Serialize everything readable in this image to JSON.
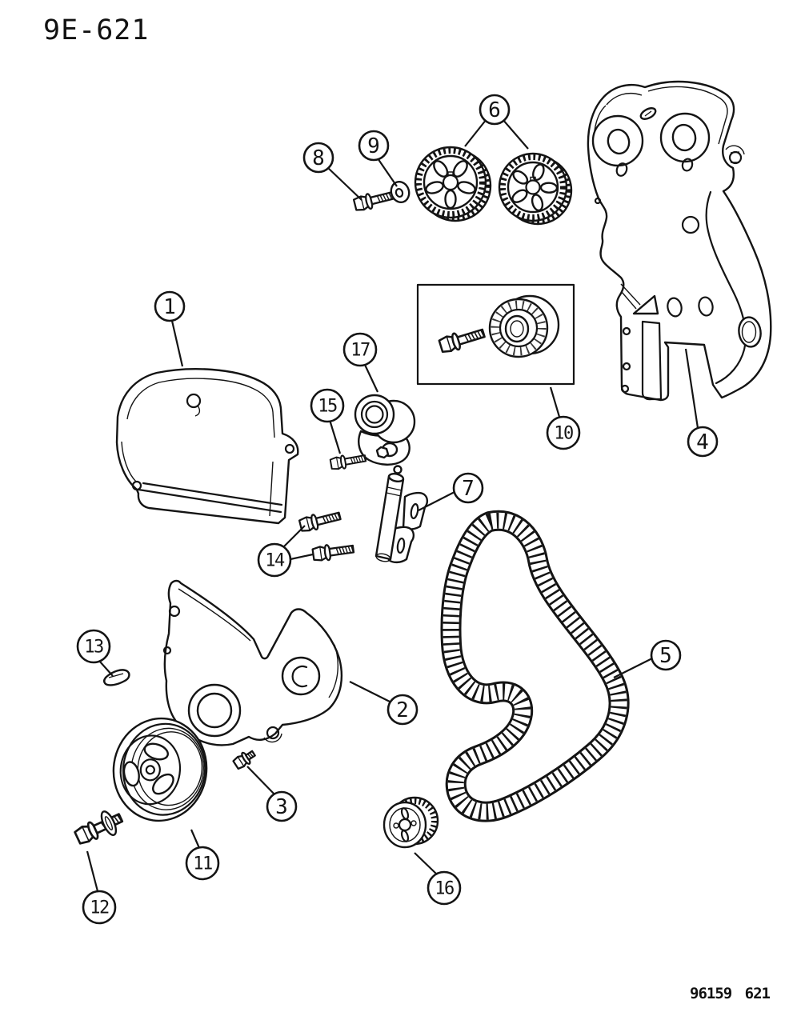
{
  "page": {
    "header_code": "9E-621",
    "footer_code": "96159 621"
  },
  "callouts": [
    {
      "number": "1"
    },
    {
      "number": "2"
    },
    {
      "number": "3"
    },
    {
      "number": "4"
    },
    {
      "number": "5"
    },
    {
      "number": "6"
    },
    {
      "number": "7"
    },
    {
      "number": "8"
    },
    {
      "number": "9"
    },
    {
      "number": "10"
    },
    {
      "number": "11"
    },
    {
      "number": "12"
    },
    {
      "number": "13"
    },
    {
      "number": "14"
    },
    {
      "number": "15"
    },
    {
      "number": "16"
    },
    {
      "number": "17"
    }
  ]
}
